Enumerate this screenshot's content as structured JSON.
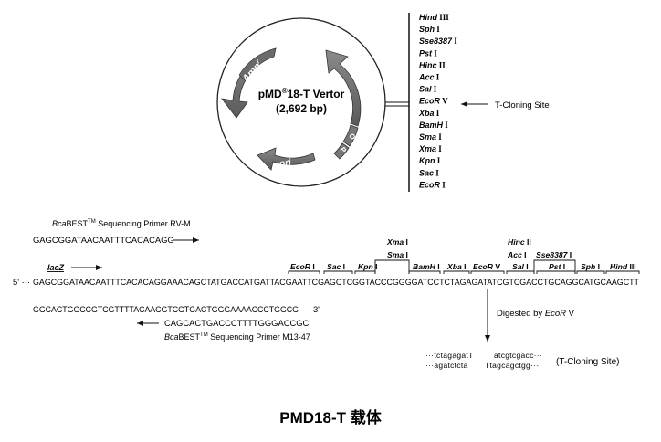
{
  "plasmid": {
    "name_prefix": "pMD",
    "name_sup": "®",
    "name_suffix": "18-T Vertor",
    "size": "(2,692 bp)",
    "genes": {
      "amp": "Amp",
      "amp_sup": "r",
      "lacz": "lacZ",
      "ori": "ori",
      "o": "O",
      "p": "P"
    }
  },
  "mcs_sites": [
    {
      "it": "Hind",
      "rom": " III"
    },
    {
      "it": "Sph",
      "rom": " I"
    },
    {
      "it": "Sse8387",
      "rom": " I"
    },
    {
      "it": "Pst",
      "rom": " I"
    },
    {
      "it": "Hinc",
      "rom": " II"
    },
    {
      "it": "Acc",
      "rom": " I"
    },
    {
      "it": "Sal",
      "rom": " I"
    },
    {
      "it": "EcoR",
      "rom": " V"
    },
    {
      "it": "Xba",
      "rom": " I"
    },
    {
      "it": "BamH",
      "rom": " I"
    },
    {
      "it": "Sma",
      "rom": " I"
    },
    {
      "it": "Xma",
      "rom": " I"
    },
    {
      "it": "Kpn",
      "rom": " I"
    },
    {
      "it": "Sac",
      "rom": " I"
    },
    {
      "it": "EcoR",
      "rom": " I"
    }
  ],
  "t_cloning_label": "T-Cloning Site",
  "primer_rv": {
    "name_it": "Bca",
    "name_rest": "BEST",
    "tm": "TM",
    "suffix": " Sequencing Primer RV-M",
    "seq": "GAGCGGATAACAATTTCACACAGG"
  },
  "primer_m13": {
    "name_it": "Bca",
    "name_rest": "BEST",
    "tm": "TM",
    "suffix": " Sequencing Primer M13-47",
    "seq": "CAGCACTGACCCTTTTGGGACCGC"
  },
  "main_seq": {
    "prefix": "5' ···",
    "seq": "GAGCGGATAACAATTTCACACAGGAAACAGCTATGACCATGATTACGAATTCGAGCTCGGTACCCGGGGATCCTCTAGAGATATCGTCGACCTGCAGGCATGCAAGCTT",
    "bottom": "GGCACTGGCCGTCGTTTTACAACGTCGTGACTGGGAAAACCCTGGCG",
    "bottom_suffix": "··· 3'",
    "lacz": "lacZ"
  },
  "top_enzymes": [
    {
      "it": "EcoR",
      "rom": " I"
    },
    {
      "it": "Sac",
      "rom": " I"
    },
    {
      "it": "Kpn",
      "rom": " I"
    },
    {
      "it": "Xma",
      "rom": " I"
    },
    {
      "it": "Sma",
      "rom": " I"
    },
    {
      "it": "BamH",
      "rom": " I"
    },
    {
      "it": "Xba",
      "rom": " I"
    },
    {
      "it": "EcoR",
      "rom": " V"
    },
    {
      "it": "Hinc",
      "rom": " II"
    },
    {
      "it": "Acc",
      "rom": " I"
    },
    {
      "it": "Sal",
      "rom": " I"
    },
    {
      "it": "Sse8387",
      "rom": " I"
    },
    {
      "it": "Pst",
      "rom": " I"
    },
    {
      "it": "Sph",
      "rom": " I"
    },
    {
      "it": "Hind",
      "rom": " III"
    }
  ],
  "digest": {
    "label_pre": "Digested by ",
    "label_it": "EcoR",
    "label_rom": " V"
  },
  "result": {
    "top_left": "···tctagagatT",
    "top_right": "atcgtcgacc···",
    "bottom_left": "···agatctcta",
    "bottom_right": "Ttagcagctgg···",
    "label": "(T-Cloning Site)"
  },
  "caption": "PMD18-T 载体"
}
